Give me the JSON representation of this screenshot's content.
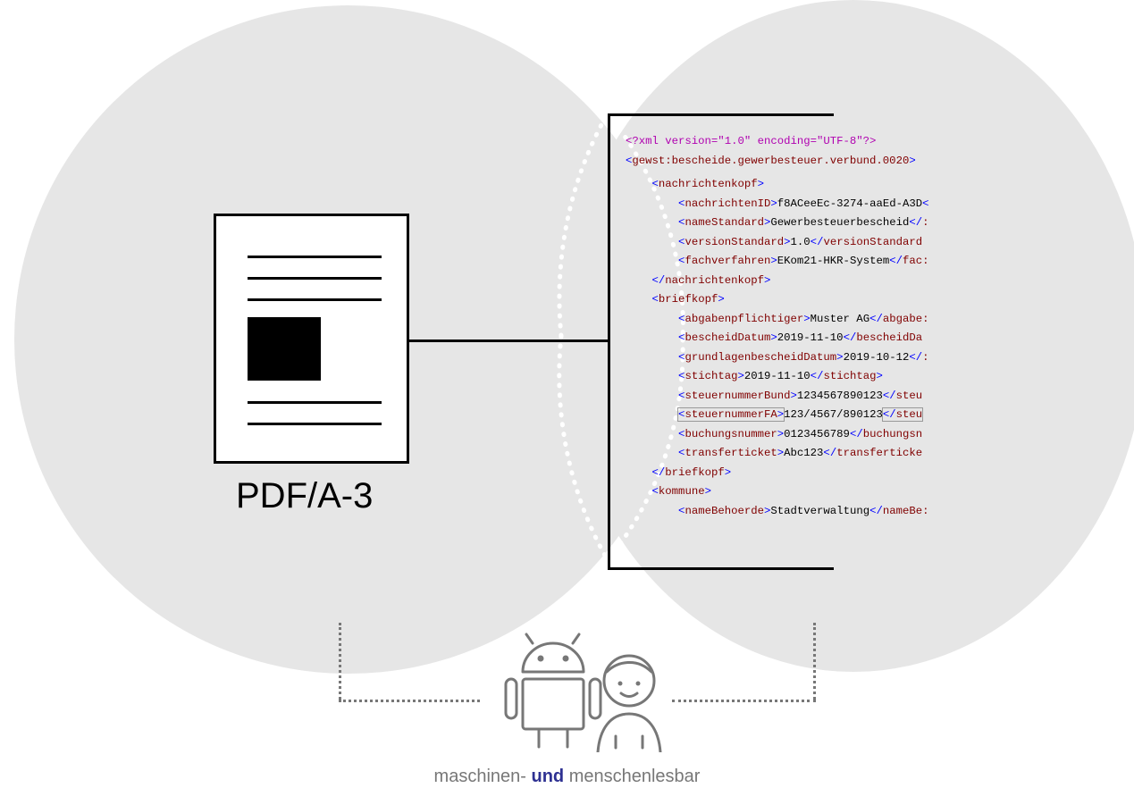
{
  "pdf_label": "PDF/A-3",
  "caption": {
    "part1": "maschinen-",
    "emphasis": "und",
    "part2": "menschenlesbar",
    "emphasis_color": "#2e3192"
  },
  "icons": [
    "android-robot-icon",
    "person-icon"
  ],
  "colors": {
    "circle_fill": "#e6e6e6",
    "xml_bracket": "#0000ff",
    "xml_tag": "#800000",
    "xml_declaration": "#b000b0"
  },
  "xml_lines": [
    {
      "indent": 0,
      "kind": "decl",
      "text": "<?xml version=\"1.0\" encoding=\"UTF-8\"?>"
    },
    {
      "indent": 0,
      "kind": "open",
      "tag": "gewst:bescheide.gewerbesteuer.verbund.0020",
      "tail": ""
    },
    {
      "indent": 2,
      "kind": "open",
      "tag": "nachrichtenkopf"
    },
    {
      "indent": 4,
      "kind": "elem",
      "tag": "nachrichtenID",
      "value": "f8ACeeEc-3274-aaEd-A3D",
      "close": ""
    },
    {
      "indent": 4,
      "kind": "elem",
      "tag": "nameStandard",
      "value": "Gewerbesteuerbescheid",
      "close": "/:"
    },
    {
      "indent": 4,
      "kind": "elem",
      "tag": "versionStandard",
      "value": "1.0",
      "close": "/versionStandard"
    },
    {
      "indent": 4,
      "kind": "elem",
      "tag": "fachverfahren",
      "value": "EKom21-HKR-System",
      "close": "/fac:"
    },
    {
      "indent": 2,
      "kind": "close",
      "tag": "nachrichtenkopf"
    },
    {
      "indent": 2,
      "kind": "open",
      "tag": "briefkopf"
    },
    {
      "indent": 4,
      "kind": "elem",
      "tag": "abgabenpflichtiger",
      "value": "Muster AG",
      "close": "/abgabe:"
    },
    {
      "indent": 4,
      "kind": "elem",
      "tag": "bescheidDatum",
      "value": "2019-11-10",
      "close": "/bescheidDa"
    },
    {
      "indent": 4,
      "kind": "elem",
      "tag": "grundlagenbescheidDatum",
      "value": "2019-10-12",
      "close": "/:"
    },
    {
      "indent": 4,
      "kind": "elem",
      "tag": "stichtag",
      "value": "2019-11-10",
      "close": "/stichtag",
      "closed": true
    },
    {
      "indent": 4,
      "kind": "elem",
      "tag": "steuernummerBund",
      "value": "1234567890123",
      "close": "/steu"
    },
    {
      "indent": 4,
      "kind": "elem",
      "tag": "steuernummerFA",
      "value": "123/4567/890123",
      "close": "/steu",
      "highlight": true
    },
    {
      "indent": 4,
      "kind": "elem",
      "tag": "buchungsnummer",
      "value": "0123456789",
      "close": "/buchungsn"
    },
    {
      "indent": 4,
      "kind": "elem",
      "tag": "transferticket",
      "value": "Abc123",
      "close": "/transferticke"
    },
    {
      "indent": 2,
      "kind": "close",
      "tag": "briefkopf"
    },
    {
      "indent": 2,
      "kind": "open",
      "tag": "kommune"
    },
    {
      "indent": 4,
      "kind": "elem",
      "tag": "nameBehoerde",
      "value": "Stadtverwaltung",
      "close": "/nameBe:"
    }
  ]
}
